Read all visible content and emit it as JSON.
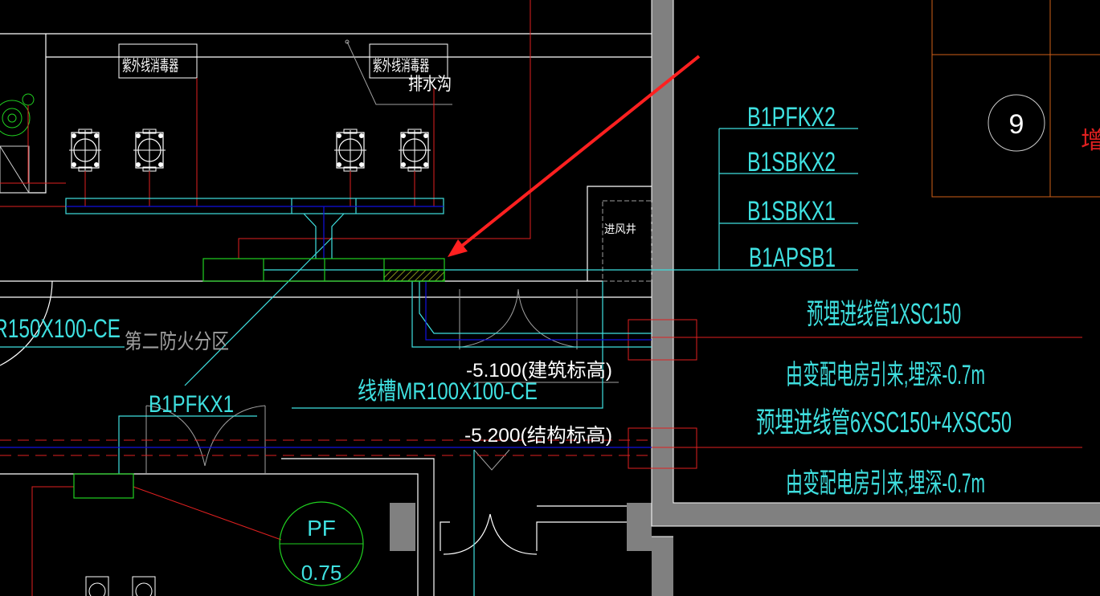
{
  "colors": {
    "background": "#000000",
    "wall": "#808080",
    "cyan": "#3fe0e0",
    "red": "#e02020",
    "green": "#20d020",
    "blue": "#1010e0",
    "orange": "#d06018",
    "arrow": "#ff2020"
  },
  "labels": {
    "uv_sterilizer_1": "紫外线消毒器",
    "uv_sterilizer_2": "紫外线消毒器",
    "drain_ditch": "排水沟",
    "tray_left": "R150X100-CE",
    "fire_zone": "第二防火分区",
    "air_shaft": "进风井",
    "elev_arch": "-5.100(建筑标高)",
    "tray_main": "线槽MR100X100-CE",
    "elev_struct": "-5.200(结构标高)",
    "panel_b1pfkx1": "B1PFKX1",
    "pf_top": "PF",
    "pf_bottom": "0.75",
    "axis_9": "9",
    "red_partial": "增"
  },
  "panel_list": [
    "B1PFKX2",
    "B1SBKX2",
    "B1SBKX1",
    "B1APSB1"
  ],
  "conduit_notes": [
    {
      "spec": "预埋进线管1XSC150",
      "source": "由变配电房引来,埋深-0.7m"
    },
    {
      "spec": "预埋进线管6XSC150+4XSC50",
      "source": "由变配电房引来,埋深-0.7m"
    }
  ]
}
